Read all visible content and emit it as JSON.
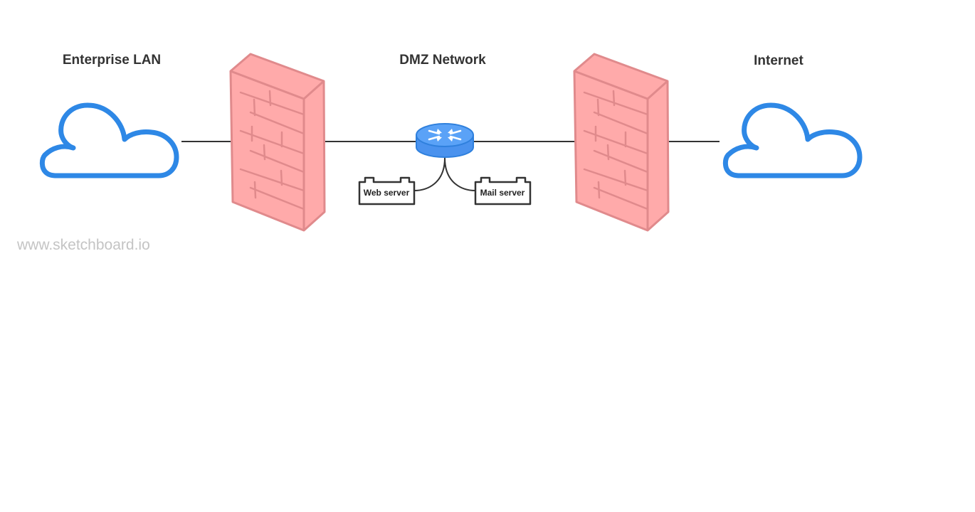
{
  "diagram": {
    "labels": {
      "enterprise_lan": "Enterprise LAN",
      "dmz_network": "DMZ Network",
      "internet": "Internet"
    },
    "servers": {
      "web": "Web server",
      "mail": "Mail server"
    },
    "watermark": "www.sketchboard.io"
  },
  "colors": {
    "cloud": "#2e88e6",
    "firewall_fill": "#ffaaaa",
    "firewall_stroke": "#e08a8c",
    "router_fill": "#5aa2f7",
    "router_stroke": "#2f80dd",
    "connector": "#333333"
  },
  "icons": {
    "lan": "cloud-icon",
    "internet": "cloud-icon",
    "firewall": "firewall-icon",
    "router": "router-icon",
    "server": "server-icon"
  }
}
